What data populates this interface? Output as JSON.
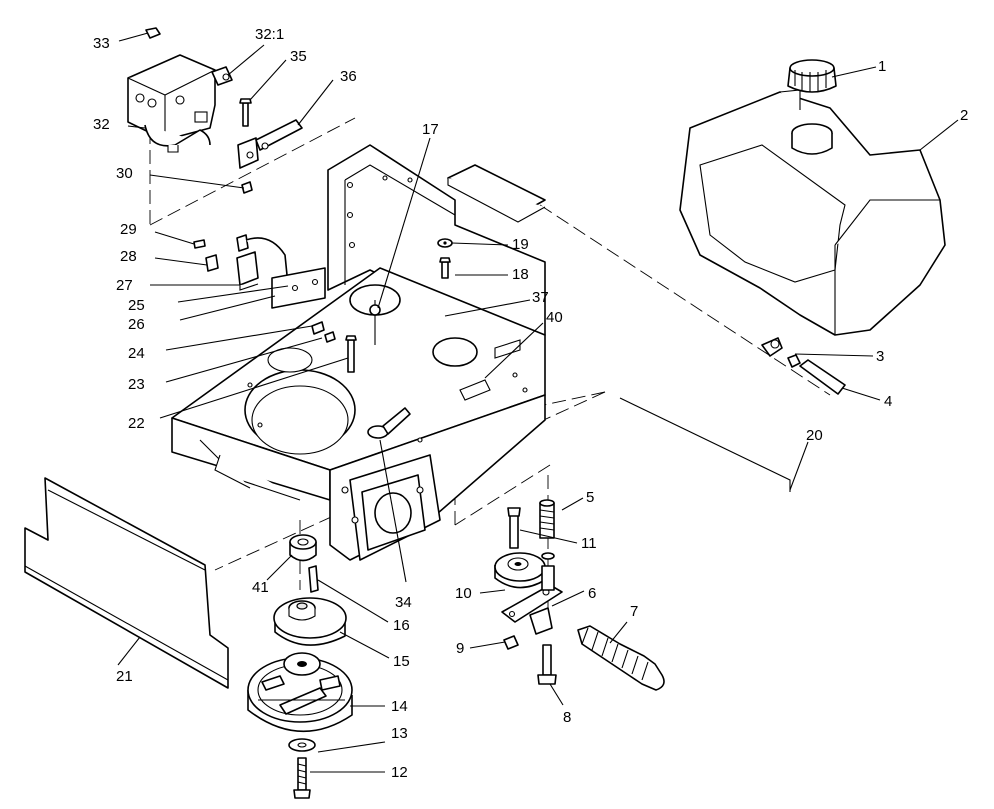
{
  "callouts": [
    {
      "id": "c1",
      "text": "1"
    },
    {
      "id": "c2",
      "text": "2"
    },
    {
      "id": "c3",
      "text": "3"
    },
    {
      "id": "c4",
      "text": "4"
    },
    {
      "id": "c5",
      "text": "5"
    },
    {
      "id": "c6",
      "text": "6"
    },
    {
      "id": "c7",
      "text": "7"
    },
    {
      "id": "c8",
      "text": "8"
    },
    {
      "id": "c9",
      "text": "9"
    },
    {
      "id": "c10",
      "text": "10"
    },
    {
      "id": "c11",
      "text": "11"
    },
    {
      "id": "c12",
      "text": "12"
    },
    {
      "id": "c13",
      "text": "13"
    },
    {
      "id": "c14",
      "text": "14"
    },
    {
      "id": "c15",
      "text": "15"
    },
    {
      "id": "c16",
      "text": "16"
    },
    {
      "id": "c17",
      "text": "17"
    },
    {
      "id": "c18",
      "text": "18"
    },
    {
      "id": "c19",
      "text": "19"
    },
    {
      "id": "c20",
      "text": "20"
    },
    {
      "id": "c21",
      "text": "21"
    },
    {
      "id": "c22",
      "text": "22"
    },
    {
      "id": "c23",
      "text": "23"
    },
    {
      "id": "c24",
      "text": "24"
    },
    {
      "id": "c25",
      "text": "25"
    },
    {
      "id": "c26",
      "text": "26"
    },
    {
      "id": "c27",
      "text": "27"
    },
    {
      "id": "c28",
      "text": "28"
    },
    {
      "id": "c29",
      "text": "29"
    },
    {
      "id": "c30",
      "text": "30"
    },
    {
      "id": "c32",
      "text": "32"
    },
    {
      "id": "c32_1",
      "text": "32:1"
    },
    {
      "id": "c33",
      "text": "33"
    },
    {
      "id": "c34",
      "text": "34"
    },
    {
      "id": "c35",
      "text": "35"
    },
    {
      "id": "c36",
      "text": "36"
    },
    {
      "id": "c37",
      "text": "37"
    },
    {
      "id": "c40",
      "text": "40"
    },
    {
      "id": "c41",
      "text": "41"
    }
  ]
}
